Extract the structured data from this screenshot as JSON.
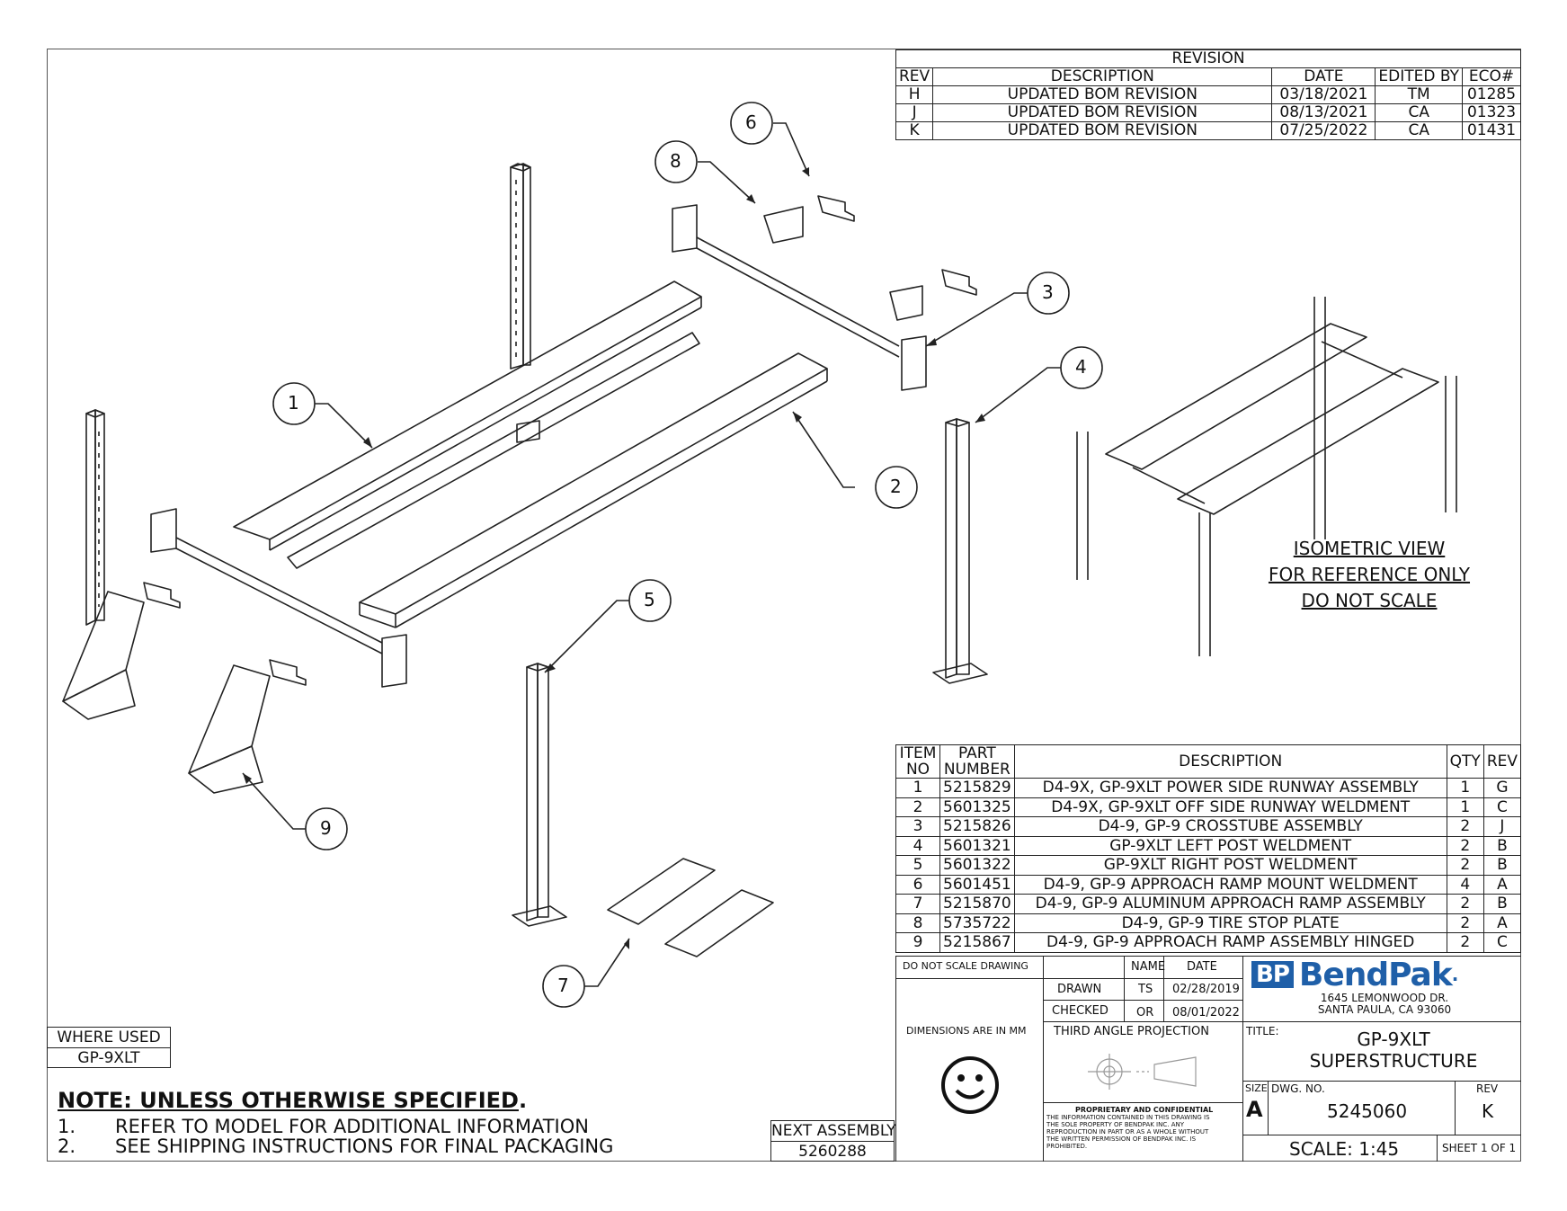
{
  "revision": {
    "title": "REVISION",
    "headers": [
      "REV",
      "DESCRIPTION",
      "DATE",
      "EDITED BY",
      "ECO#"
    ],
    "rows": [
      [
        "H",
        "UPDATED BOM REVISION",
        "03/18/2021",
        "TM",
        "01285"
      ],
      [
        "J",
        "UPDATED BOM REVISION",
        "08/13/2021",
        "CA",
        "01323"
      ],
      [
        "K",
        "UPDATED BOM REVISION",
        "07/25/2022",
        "CA",
        "01431"
      ]
    ]
  },
  "balloons": [
    "1",
    "2",
    "3",
    "4",
    "5",
    "6",
    "7",
    "8",
    "9"
  ],
  "iso_note": [
    "ISOMETRIC VIEW",
    "FOR REFERENCE ONLY",
    "DO NOT SCALE"
  ],
  "bom": {
    "headers": {
      "item": [
        "ITEM",
        "NO"
      ],
      "part": [
        "PART",
        "NUMBER"
      ],
      "desc": "DESCRIPTION",
      "qty": "QTY",
      "rev": "REV"
    },
    "rows": [
      [
        "1",
        "5215829",
        "D4-9X, GP-9XLT POWER SIDE RUNWAY ASSEMBLY",
        "1",
        "G"
      ],
      [
        "2",
        "5601325",
        "D4-9X, GP-9XLT OFF SIDE RUNWAY WELDMENT",
        "1",
        "C"
      ],
      [
        "3",
        "5215826",
        "D4-9, GP-9 CROSSTUBE ASSEMBLY",
        "2",
        "J"
      ],
      [
        "4",
        "5601321",
        "GP-9XLT LEFT POST WELDMENT",
        "2",
        "B"
      ],
      [
        "5",
        "5601322",
        "GP-9XLT RIGHT POST WELDMENT",
        "2",
        "B"
      ],
      [
        "6",
        "5601451",
        "D4-9, GP-9 APPROACH RAMP MOUNT WELDMENT",
        "4",
        "A"
      ],
      [
        "7",
        "5215870",
        "D4-9, GP-9 ALUMINUM APPROACH RAMP ASSEMBLY",
        "2",
        "B"
      ],
      [
        "8",
        "5735722",
        "D4-9, GP-9 TIRE STOP PLATE",
        "2",
        "A"
      ],
      [
        "9",
        "5215867",
        "D4-9, GP-9 APPROACH RAMP ASSEMBLY HINGED",
        "2",
        "C"
      ]
    ]
  },
  "title_block": {
    "do_not_scale": "DO NOT SCALE DRAWING",
    "name_hdr": "NAME",
    "date_hdr": "DATE",
    "drawn_label": "DRAWN",
    "drawn_name": "TS",
    "drawn_date": "02/28/2019",
    "checked_label": "CHECKED",
    "checked_name": "OR",
    "checked_date": "08/01/2022",
    "dimensions": "DIMENSIONS ARE IN MM",
    "projection": "THIRD ANGLE PROJECTION",
    "proprietary_title": "PROPRIETARY AND CONFIDENTIAL",
    "proprietary_text": [
      "THE INFORMATION CONTAINED IN THIS DRAWING IS",
      "THE SOLE PROPERTY OF BENDPAK INC. ANY",
      "REPRODUCTION IN PART OR AS A WHOLE WITHOUT",
      "THE WRITTEN PERMISSION OF BENDPAK INC. IS",
      "PROHIBITED."
    ],
    "logo_mark": "BP",
    "logo_name": "BendPak",
    "logo_dot": ".",
    "address1": "1645 LEMONWOOD DR.",
    "address2": "SANTA PAULA, CA 93060",
    "title_label": "TITLE:",
    "title1": "GP-9XLT",
    "title2": "SUPERSTRUCTURE",
    "size_label": "SIZE",
    "size": "A",
    "dwg_label": "DWG. NO.",
    "dwg_no": "5245060",
    "rev_label": "REV",
    "rev": "K",
    "scale": "SCALE: 1:45",
    "sheet": "SHEET 1 OF 1"
  },
  "where_used": {
    "label": "WHERE USED",
    "value": "GP-9XLT"
  },
  "next_assembly": {
    "label": "NEXT ASSEMBLY",
    "value": "5260288"
  },
  "notes": {
    "heading": "NOTE: UNLESS OTHERWISE SPECIFIED",
    "heading_end": ".",
    "items": [
      {
        "num": "1.",
        "text": "REFER TO MODEL FOR ADDITIONAL INFORMATION"
      },
      {
        "num": "2.",
        "text": "SEE SHIPPING INSTRUCTIONS FOR FINAL PACKAGING"
      }
    ]
  },
  "colors": {
    "line": "#222222",
    "logo_blue": "#1f5fa8"
  }
}
